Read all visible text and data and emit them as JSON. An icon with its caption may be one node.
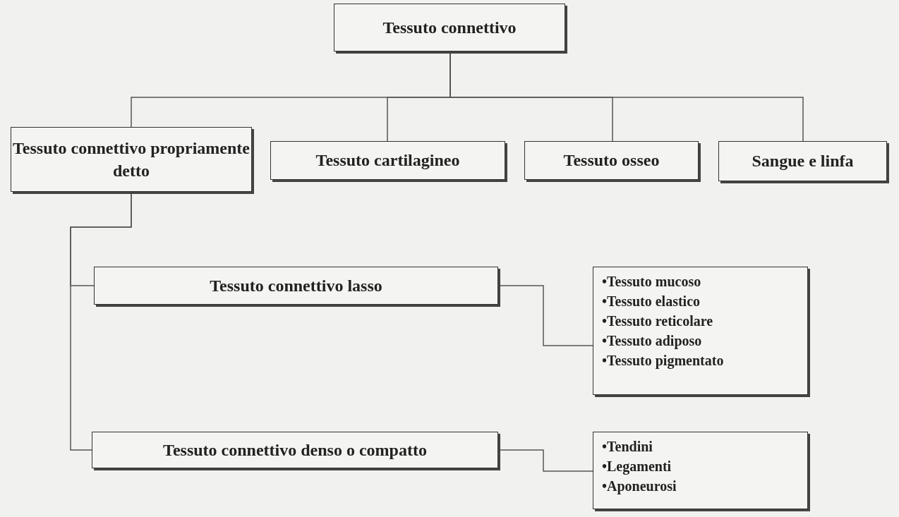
{
  "diagram": {
    "nodes": [
      {
        "text": [
          "Tessuto connettivo"
        ]
      },
      {
        "text": [
          "Tessuto connettivo propriamente detto"
        ]
      },
      {
        "text": [
          "Tessuto cartilagineo"
        ]
      },
      {
        "text": [
          "Tessuto osseo"
        ]
      },
      {
        "text": [
          "Sangue e linfa"
        ]
      },
      {
        "text": [
          "Tessuto connettivo lasso"
        ]
      },
      {
        "text": [
          "•Tessuto mucoso",
          "•Tessuto elastico",
          "•Tessuto reticolare",
          "•Tessuto adiposo",
          "•Tessuto pigmentato"
        ]
      },
      {
        "text": [
          "Tessuto connettivo denso o compatto"
        ]
      },
      {
        "text": [
          "•Tendini",
          "•Legamenti",
          "•Aponeurosi"
        ]
      }
    ],
    "edges": [
      {
        "from": 0,
        "to": 1,
        "arrow": "none"
      },
      {
        "from": 0,
        "to": 2,
        "arrow": "none"
      },
      {
        "from": 0,
        "to": 3,
        "arrow": "none"
      },
      {
        "from": 0,
        "to": 4,
        "arrow": "none"
      },
      {
        "from": 1,
        "to": 5,
        "arrow": "none"
      },
      {
        "from": 1,
        "to": 7,
        "arrow": "none"
      },
      {
        "from": 5,
        "to": 6,
        "arrow": "none"
      },
      {
        "from": 7,
        "to": 8,
        "arrow": "none"
      }
    ]
  }
}
